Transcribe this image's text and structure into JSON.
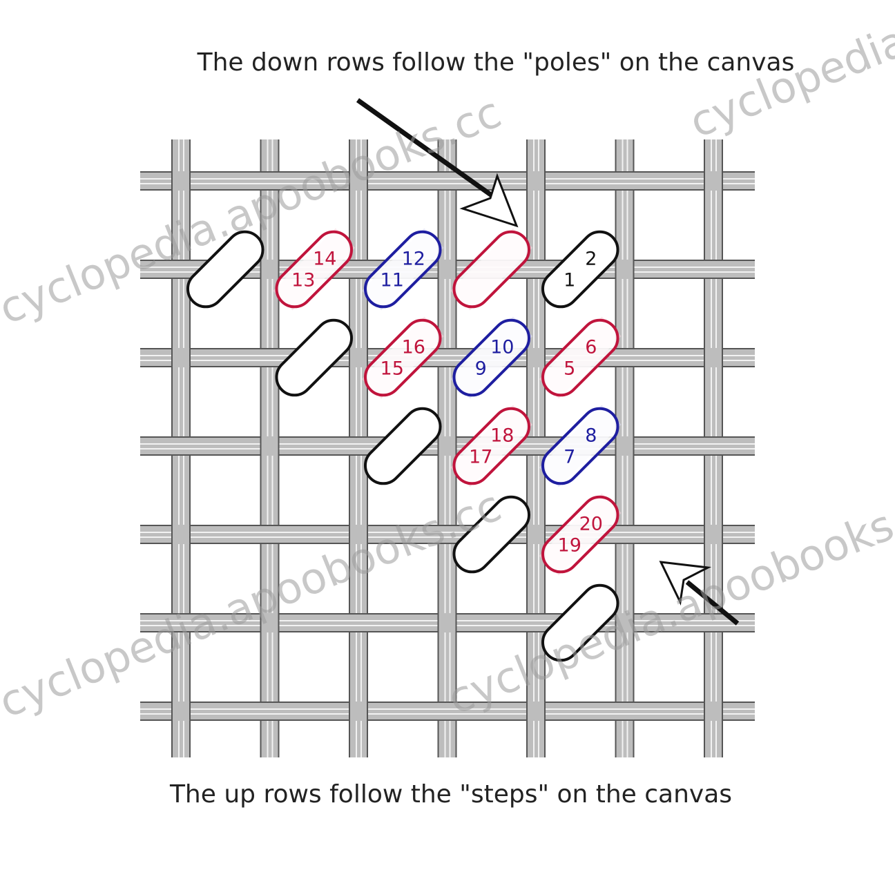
{
  "captions": {
    "top": "The down rows follow the \"poles\" on the canvas",
    "bottom": "The up rows follow the \"steps\" on the canvas"
  },
  "colors": {
    "thread": "#bdbdbd",
    "thread_edge": "#555555",
    "red": "#c0143c",
    "red_fill": "#f7d3dc",
    "blue": "#1e1ea0",
    "blue_fill": "#d8d8f4",
    "black": "#111111"
  },
  "canvas": {
    "vertical_threads": 7,
    "horizontal_threads": 7
  },
  "stitches": [
    {
      "id": "s-r1-c1",
      "row": 1,
      "col": 1,
      "color": "black",
      "labels": []
    },
    {
      "id": "s-r1-c2",
      "row": 1,
      "col": 2,
      "color": "red",
      "labels": [
        "13",
        "14"
      ]
    },
    {
      "id": "s-r1-c3",
      "row": 1,
      "col": 3,
      "color": "blue",
      "labels": [
        "11",
        "12"
      ]
    },
    {
      "id": "s-r1-c4",
      "row": 1,
      "col": 4,
      "color": "red",
      "labels": [
        "",
        ""
      ]
    },
    {
      "id": "s-r1-c5",
      "row": 1,
      "col": 5,
      "color": "black",
      "labels": [
        "1",
        "2"
      ]
    },
    {
      "id": "s-r2-c2",
      "row": 2,
      "col": 2,
      "color": "black",
      "labels": []
    },
    {
      "id": "s-r2-c3",
      "row": 2,
      "col": 3,
      "color": "red",
      "labels": [
        "15",
        "16"
      ]
    },
    {
      "id": "s-r2-c4",
      "row": 2,
      "col": 4,
      "color": "blue",
      "labels": [
        "9",
        "10"
      ]
    },
    {
      "id": "s-r2-c5",
      "row": 2,
      "col": 5,
      "color": "red",
      "labels": [
        "5",
        "6"
      ]
    },
    {
      "id": "s-r3-c3",
      "row": 3,
      "col": 3,
      "color": "black",
      "labels": []
    },
    {
      "id": "s-r3-c4",
      "row": 3,
      "col": 4,
      "color": "red",
      "labels": [
        "17",
        "18"
      ]
    },
    {
      "id": "s-r3-c5",
      "row": 3,
      "col": 5,
      "color": "blue",
      "labels": [
        "7",
        "8"
      ]
    },
    {
      "id": "s-r4-c4",
      "row": 4,
      "col": 4,
      "color": "black",
      "labels": []
    },
    {
      "id": "s-r4-c5",
      "row": 4,
      "col": 5,
      "color": "red",
      "labels": [
        "19",
        "20"
      ]
    },
    {
      "id": "s-r5-c5",
      "row": 5,
      "col": 5,
      "color": "black",
      "labels": []
    }
  ],
  "watermarks": [
    "cyclopedia.apoobooks.cc",
    "cyclopedia.apoobooks.cc",
    "cyclopedia.apoobooks.cc",
    "cyclopedia.apoobooks.cc"
  ]
}
